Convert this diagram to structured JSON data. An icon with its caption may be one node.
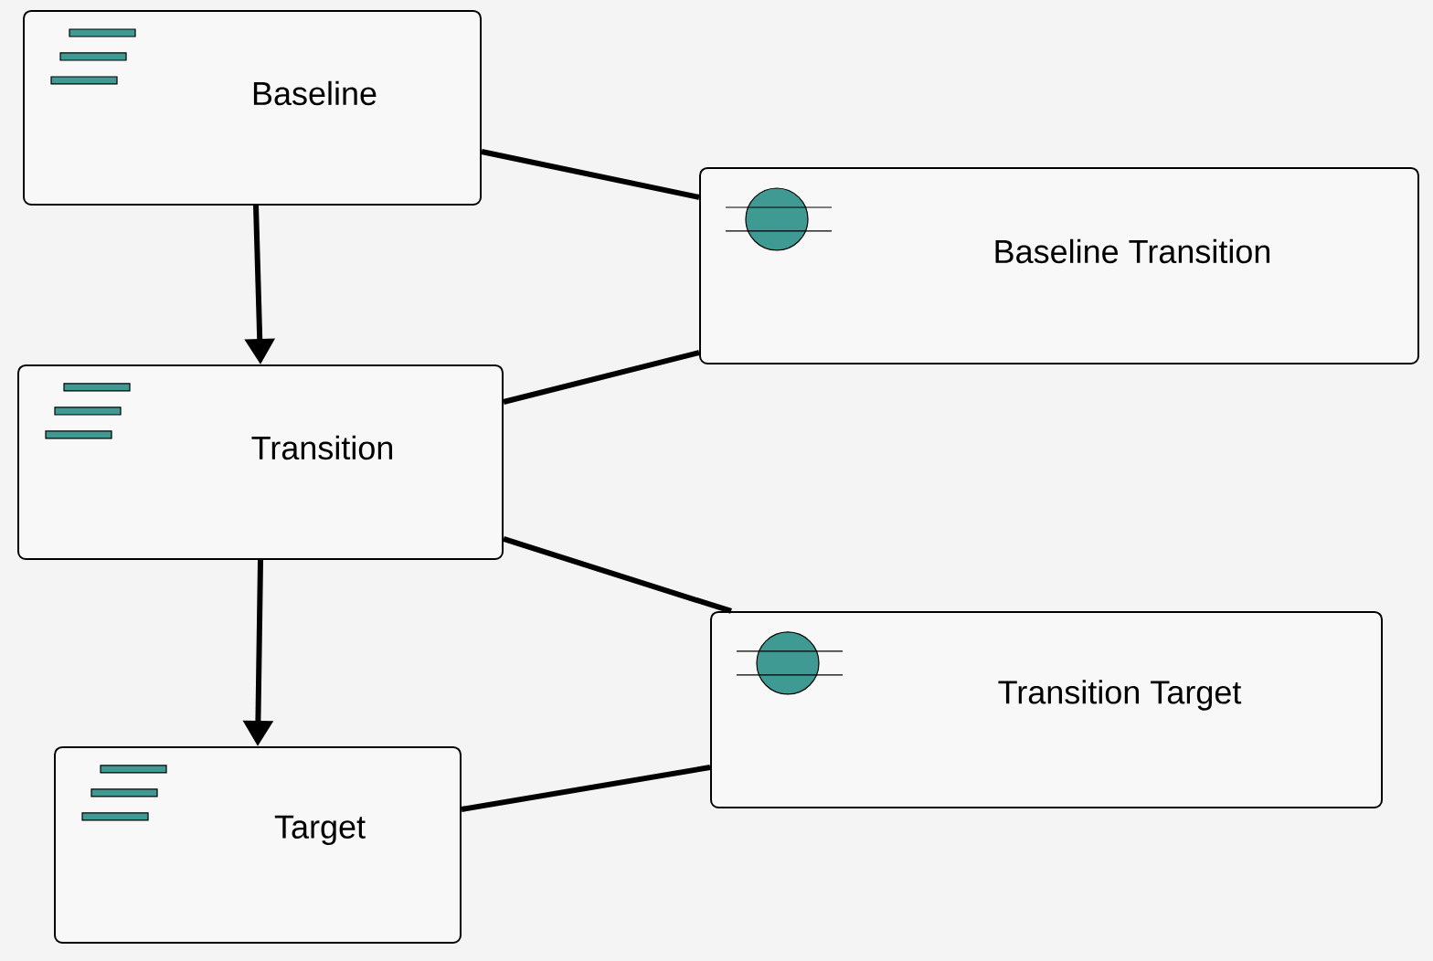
{
  "diagram": {
    "nodes": [
      {
        "text": [
          "Baseline"
        ]
      },
      {
        "text": [
          "Baseline Transition"
        ]
      },
      {
        "text": [
          "Transition"
        ]
      },
      {
        "text": [
          "Transition Target"
        ]
      },
      {
        "text": [
          "Target"
        ]
      }
    ],
    "edges": [
      {
        "from": 0,
        "to": 2,
        "arrow": "to"
      },
      {
        "from": 0,
        "to": 1,
        "arrow": "none"
      },
      {
        "from": 2,
        "to": 1,
        "arrow": "none"
      },
      {
        "from": 2,
        "to": 3,
        "arrow": "none"
      },
      {
        "from": 2,
        "to": 4,
        "arrow": "to"
      },
      {
        "from": 4,
        "to": 3,
        "arrow": "none"
      }
    ]
  }
}
